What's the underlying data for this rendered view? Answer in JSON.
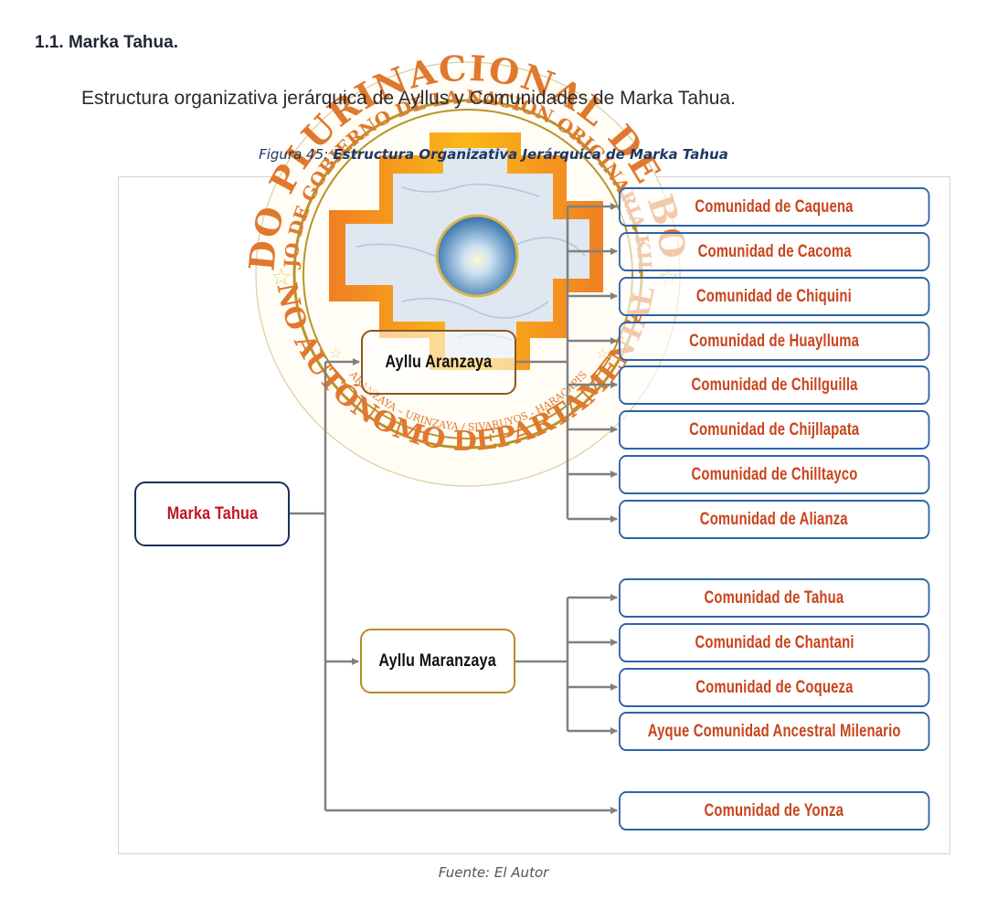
{
  "document": {
    "section_heading": "1.1. Marka Tahua.",
    "intro_text": "Estructura organizativa jerárquica de Ayllus y Comunidades de Marka Tahua.",
    "figure_caption_label": "Figura 45:",
    "figure_caption_title": " Estructura Organizativa Jerárquica de Marka Tahua",
    "source_text": "Fuente: El Autor"
  },
  "watermark": {
    "outer_text_top": "ESTADO PLURINACIONAL DE BOLIVIA",
    "inner_text_top": "CONSEJO DE GOBIERNO DE LA NACIÓN ORIGINARIA KILLACAS",
    "outer_text_bottom": "GOBIERNO AUTÓNOMO DEPARTAMENTAL POTOSÍ",
    "inner_text_bottom": "ARANZAYA – URINZAYA / SIVARUYOS - HARACAPIS",
    "colors": {
      "text": "#e0782e",
      "ring": "#b8952a",
      "cross_outer": "#f7a21b",
      "cross_inner": "#f07f23"
    }
  },
  "org_chart": {
    "root": {
      "label": "Marka Tahua",
      "color": "#c0161e",
      "border": "#1b2e5a"
    },
    "ayllus": [
      {
        "label": "Ayllu Aranzaya",
        "communities": [
          "Comunidad de Caquena",
          "Comunidad de Cacoma",
          "Comunidad de Chiquini",
          "Comunidad de Huaylluma",
          "Comunidad de Chillguilla",
          "Comunidad de Chijllapata",
          "Comunidad de Chilltayco",
          "Comunidad de Alianza"
        ]
      },
      {
        "label": "Ayllu Maranzaya",
        "communities": [
          "Comunidad de Tahua",
          "Comunidad de Chantani",
          "Comunidad de Coqueza",
          "Ayque Comunidad Ancestral Milenario"
        ]
      }
    ],
    "direct_communities": [
      "Comunidad de Yonza"
    ],
    "colors": {
      "community_text": "#c8441c",
      "community_border": "#2e63a8",
      "connector": "#808080"
    }
  }
}
